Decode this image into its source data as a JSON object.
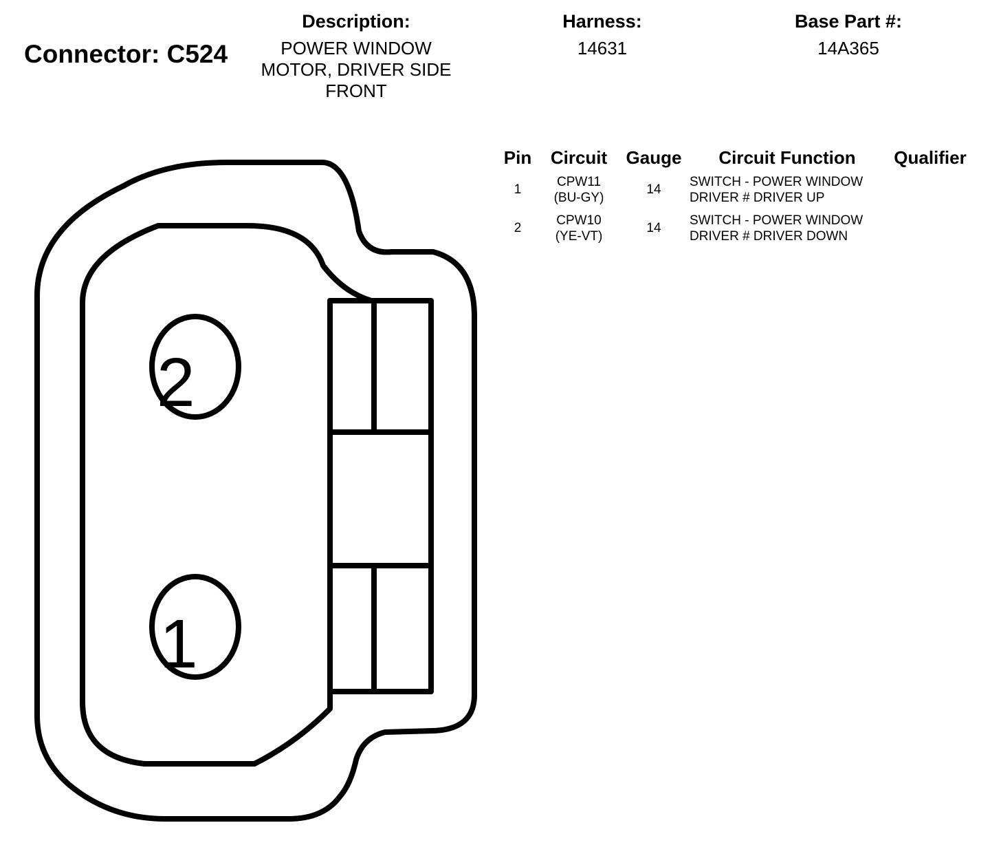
{
  "connector": {
    "title": "Connector: C524"
  },
  "description": {
    "label": "Description:",
    "lines": [
      "POWER WINDOW",
      "MOTOR, DRIVER SIDE",
      "FRONT"
    ]
  },
  "harness": {
    "label": "Harness:",
    "value": "14631"
  },
  "base_part": {
    "label": "Base Part #:",
    "value": "14A365"
  },
  "table": {
    "headers": {
      "pin": "Pin",
      "circuit": "Circuit",
      "gauge": "Gauge",
      "function": "Circuit Function",
      "qualifier": "Qualifier"
    },
    "rows": [
      {
        "pin": "1",
        "circuit": "CPW11",
        "color": "(BU-GY)",
        "gauge": "14",
        "function_1": "SWITCH - POWER WINDOW",
        "function_2": "DRIVER # DRIVER UP"
      },
      {
        "pin": "2",
        "circuit": "CPW10",
        "color": "(YE-VT)",
        "gauge": "14",
        "function_1": "SWITCH - POWER WINDOW",
        "function_2": "DRIVER # DRIVER DOWN"
      }
    ]
  },
  "drawing": {
    "pin_labels": [
      "2",
      "1"
    ]
  }
}
